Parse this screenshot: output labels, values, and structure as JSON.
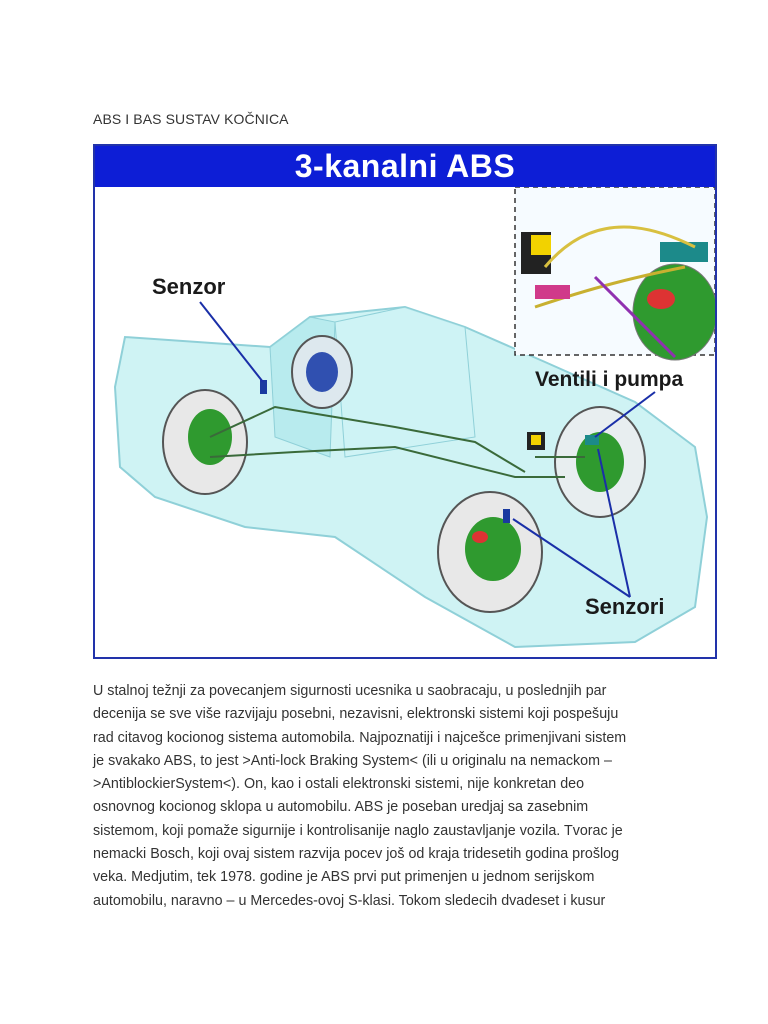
{
  "document": {
    "heading": "ABS I BAS SUSTAV KOČNICA",
    "figure": {
      "banner_title": "3-kanalni ABS",
      "label_sensor": "Senzor",
      "label_valves_pump": "Ventili i pumpa",
      "label_sensors": "Senzori",
      "colors": {
        "banner": "#0d1ed6",
        "border": "#2233aa",
        "car_body": "#bfeff0",
        "wheel_hub": "#2f9a2f"
      }
    },
    "paragraph_lines": [
      "U stalnoj težnji za povecanjem sigurnosti ucesnika u saobracaju, u poslednjih par",
      "decenija se sve više razvijaju posebni, nezavisni, elektronski sistemi koji pospešuju",
      "rad citavog kocionog sistema automobila. Najpoznatiji i najcešce primenjivani sistem",
      "je svakako ABS, to jest >Anti-lock Braking System< (ili u originalu na nemackom –",
      ">AntiblockierSystem<). On, kao i ostali elektronski sistemi, nije konkretan deo",
      "osnovnog kocionog sklopa u automobilu. ABS je poseban uredjaj sa zasebnim",
      "sistemom, koji pomaže sigurnije i kontrolisanije naglo zaustavljanje vozila. Tvorac je",
      "nemacki Bosch, koji ovaj sistem razvija pocev još od kraja tridesetih godina prošlog",
      "veka. Medjutim, tek 1978. godine je ABS prvi put primenjen u jednom serijskom",
      "automobilu, naravno – u Mercedes-ovoj S-klasi. Tokom sledecih dvadeset i kusur"
    ]
  }
}
